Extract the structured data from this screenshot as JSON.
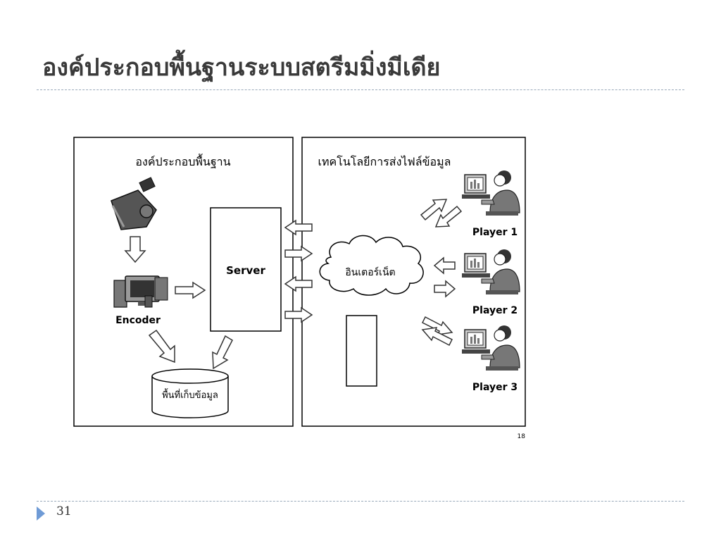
{
  "title": "องค์ประกอบพื้นฐานระบบสตรีมมิ่งมีเดีย",
  "page_number": "31",
  "diagram": {
    "left_panel_title": "องค์ประกอบพื้นฐาน",
    "right_panel_title": "เทคโนโลยีการส่งไฟล์ข้อมูล",
    "encoder_label": "Encoder",
    "server_label": "Server",
    "storage_label": "พื้นที่เก็บข้อมูล",
    "internet_label": "อินเตอร์เน็ต",
    "players": [
      "Player 1",
      "Player 2",
      "Player 3"
    ],
    "source_page": "18",
    "icons": {
      "camera": "video-camera-icon",
      "encoder": "computer-icon",
      "player": "user-at-computer-icon"
    }
  }
}
